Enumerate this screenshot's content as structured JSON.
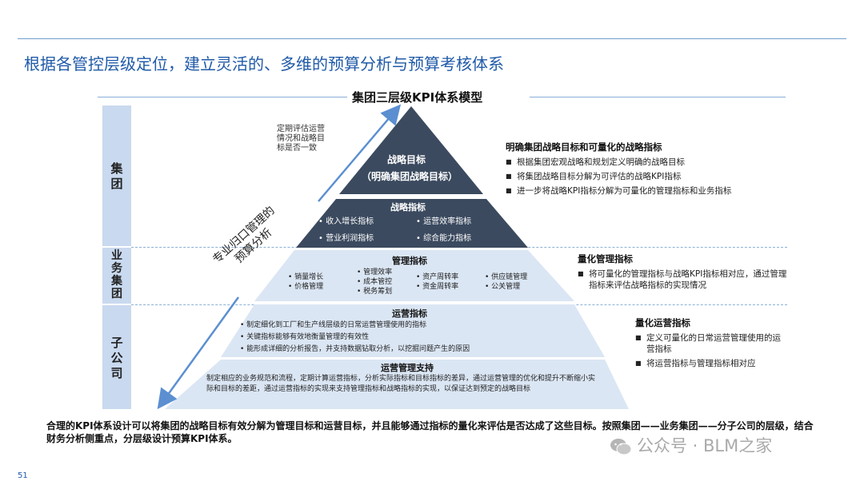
{
  "page_title": "根据各管控层级定位，建立灵活的、多维的预算分析与预算考核体系",
  "diagram_title": "集团三层级KPI体系模型",
  "levels": {
    "group": "集团",
    "business": "业务集团",
    "sub": "子公司"
  },
  "arrow_up_note": "定期评估运营情况和战略目标是否一致",
  "diagonal_label": "专业归口管理的预算分析",
  "pyramid": {
    "strategic_goal": {
      "title": "战略目标",
      "subtitle": "（明确集团战略目标）"
    },
    "strategic_indicators": {
      "title": "战略指标",
      "items": [
        "收入增长指标",
        "运营效率指标",
        "营业利润指标",
        "综合能力指标"
      ]
    },
    "management_indicators": {
      "title": "管理指标",
      "items": [
        "销量增长",
        "价格管理",
        "管理效率",
        "成本管控",
        "税务筹划",
        "资产周转率",
        "资金周转率",
        "供应链管理",
        "公关管理"
      ]
    },
    "operation_indicators": {
      "title": "运营指标",
      "items": [
        "制定细化到工厂和生产线层级的日常运营管理使用的指标",
        "关键指标能够有效地衡量管理的有效性",
        "能形成详细的分析报告，并支持数据钻取分析，以挖掘问题产生的原因"
      ]
    },
    "operation_support": {
      "title": "运营管理支持",
      "text": "制定相应的业务规范和流程，定期计算运营指标，分析实际指标和目标指标的差异，通过运营管理的优化和提升不断缩小实际和目标的差距，通过运营指标的实现来支持管理指标和战略指标的实现，以保证达到预定的战略目标"
    }
  },
  "right_panels": [
    {
      "title": "明确集团战略目标和可量化的战略指标",
      "items": [
        "根据集团宏观战略和规划定义明确的战略目标",
        "将集团战略目标分解为可评估的战略KPI指标",
        "进一步将战略KPI指标分解为可量化的管理指标和业务指标"
      ]
    },
    {
      "title": "量化管理指标",
      "items": [
        "将可量化的管理指标与战略KPI指标相对应，通过管理指标来评估战略指标的实现情况"
      ]
    },
    {
      "title": "量化运营指标",
      "items": [
        "定义可量化的日常运营管理使用的运营指标",
        "将运营指标与管理指标相对应"
      ]
    }
  ],
  "summary": "合理的KPI体系设计可以将集团的战略目标有效分解为管理目标和运营目标，并且能够通过指标的量化来评估是否达成了这些目标。按照集团——业务集团——分子公司的层级，结合财务分析侧重点，分层级设计预算KPI体系。",
  "page_number": "51",
  "watermark": "公众号 · BLM之家",
  "colors": {
    "dark_tier": "#3b4a5f",
    "light_tier": "#dbe6f4",
    "level_col": "#c9d9ef",
    "arrow": "#5b8fd1",
    "title_blue": "#1f5aa8"
  }
}
